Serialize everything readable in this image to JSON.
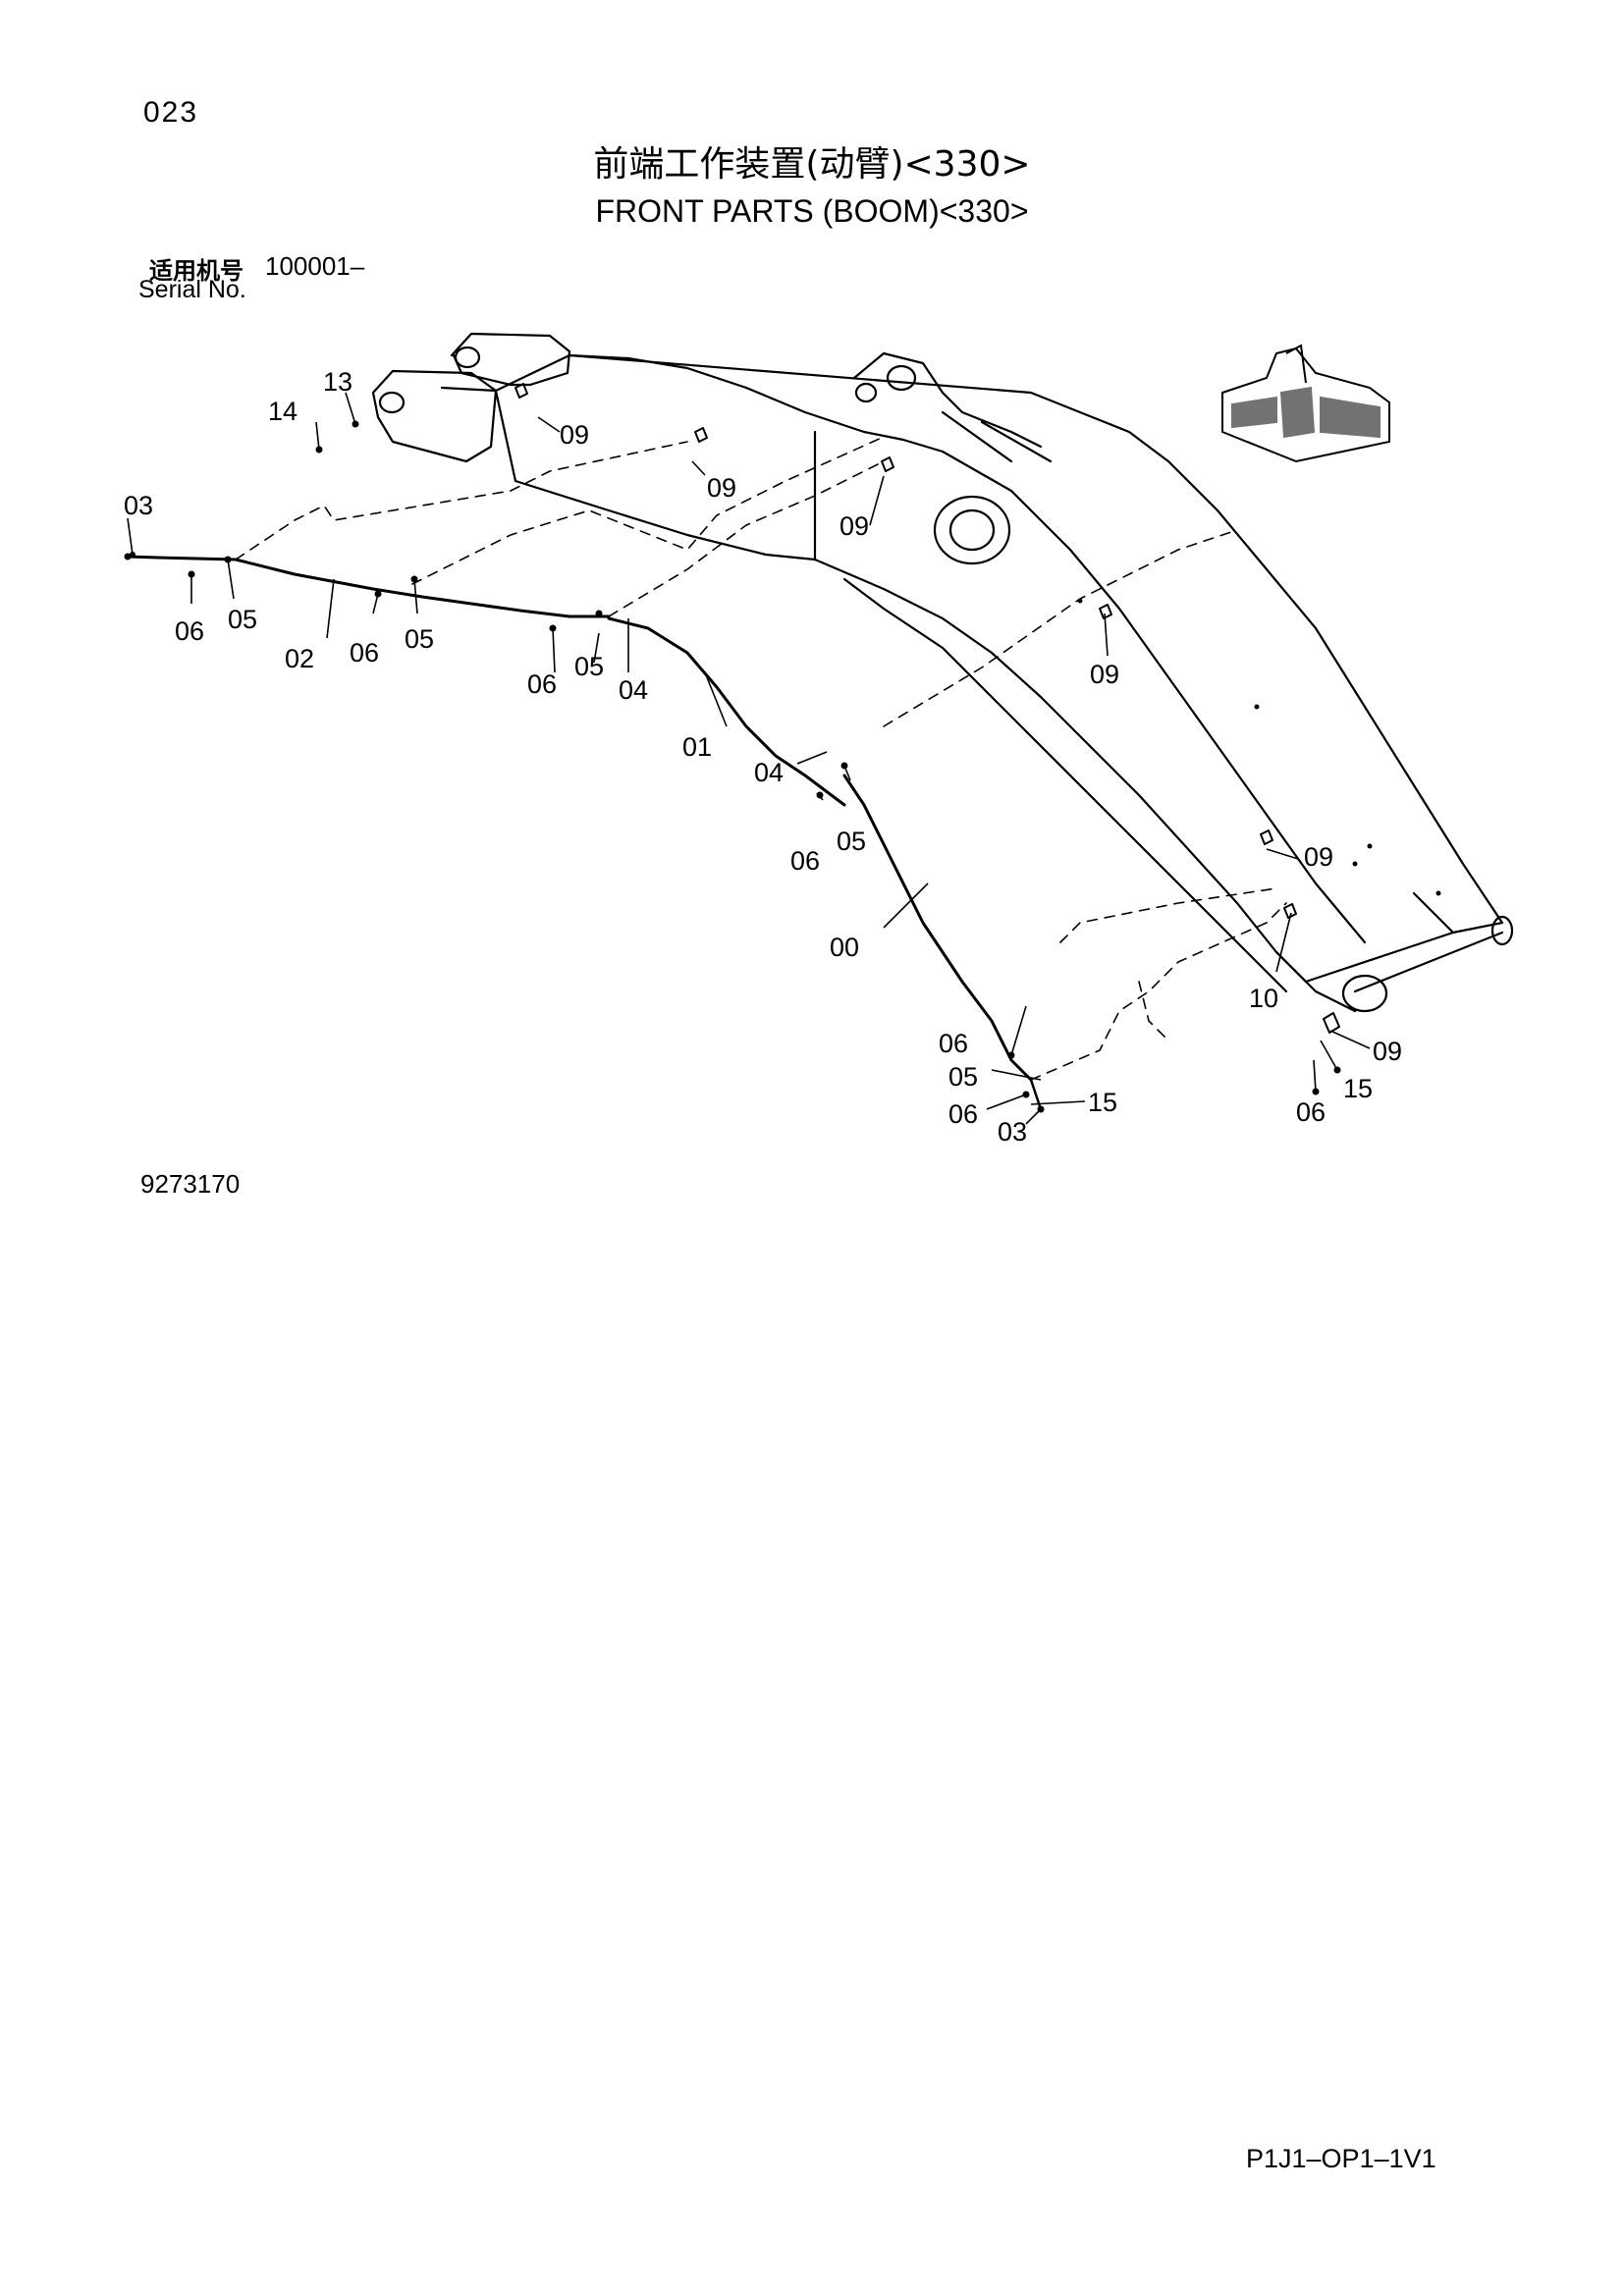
{
  "page_number": "023",
  "title_cn": "前端工作装置(动臂)<330>",
  "title_en": "FRONT PARTS (BOOM)<330>",
  "serial_label_cn": "适用机号",
  "serial_value": "100001–",
  "serial_label_en": "Serial No.",
  "drawing_number": "9273170",
  "document_code": "P1J1–OP1–1V1",
  "callouts": [
    {
      "id": "c-13a",
      "text": "13"
    },
    {
      "id": "c-14",
      "text": "14"
    },
    {
      "id": "c-09a",
      "text": "09"
    },
    {
      "id": "c-09b",
      "text": "09"
    },
    {
      "id": "c-09c",
      "text": "09"
    },
    {
      "id": "c-03a",
      "text": "03"
    },
    {
      "id": "c-06a",
      "text": "06"
    },
    {
      "id": "c-05a",
      "text": "05"
    },
    {
      "id": "c-02",
      "text": "02"
    },
    {
      "id": "c-06b",
      "text": "06"
    },
    {
      "id": "c-05b",
      "text": "05"
    },
    {
      "id": "c-06c",
      "text": "06"
    },
    {
      "id": "c-05c",
      "text": "05"
    },
    {
      "id": "c-04a",
      "text": "04"
    },
    {
      "id": "c-09d",
      "text": "09"
    },
    {
      "id": "c-01",
      "text": "01"
    },
    {
      "id": "c-04b",
      "text": "04"
    },
    {
      "id": "c-06d",
      "text": "06"
    },
    {
      "id": "c-05d",
      "text": "05"
    },
    {
      "id": "c-09e",
      "text": "09"
    },
    {
      "id": "c-00",
      "text": "00"
    },
    {
      "id": "c-10",
      "text": "10"
    },
    {
      "id": "c-06e",
      "text": "06"
    },
    {
      "id": "c-05e",
      "text": "05"
    },
    {
      "id": "c-15a",
      "text": "15"
    },
    {
      "id": "c-06f",
      "text": "06"
    },
    {
      "id": "c-03b",
      "text": "03"
    },
    {
      "id": "c-09f",
      "text": "09"
    },
    {
      "id": "c-15b",
      "text": "15"
    },
    {
      "id": "c-06g",
      "text": "06"
    }
  ]
}
